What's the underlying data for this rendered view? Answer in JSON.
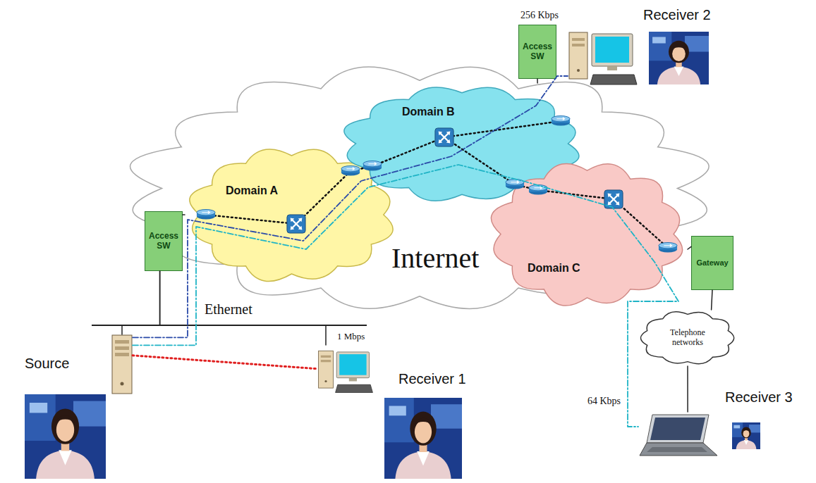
{
  "diagram": {
    "nodes": [
      {
        "text": [
          "Internet"
        ]
      },
      {
        "text": [
          "Domain A"
        ],
        "in": 0
      },
      {
        "text": [
          "Domain B"
        ],
        "in": 0
      },
      {
        "text": [
          "Domain C"
        ],
        "in": 0
      },
      {
        "text": [
          "Access SW"
        ]
      },
      {
        "text": [
          "Access SW"
        ]
      },
      {
        "text": [
          "Gateway"
        ]
      },
      {
        "text": [
          "Telephone networks"
        ]
      },
      {
        "text": [
          "Source"
        ]
      },
      {
        "text": [
          "Receiver 1",
          "1 Mbps"
        ]
      },
      {
        "text": [
          "Receiver 2",
          "256 Kbps"
        ]
      },
      {
        "text": [
          "Receiver 3",
          "64 Kbps"
        ]
      }
    ],
    "edges": [
      {
        "from": 8,
        "to": 4,
        "arrow": "none"
      },
      {
        "from": 9,
        "to": 4,
        "arrow": "none"
      },
      {
        "from": 4,
        "to": 1,
        "arrow": "none"
      },
      {
        "from": 5,
        "to": 2,
        "arrow": "none"
      },
      {
        "from": 6,
        "to": 3,
        "arrow": "none"
      },
      {
        "from": 6,
        "to": 7,
        "arrow": "none"
      },
      {
        "from": 7,
        "to": 11,
        "arrow": "none"
      },
      {
        "from": 8,
        "to": 9,
        "arrow": "none"
      },
      {
        "from": 8,
        "to": 10,
        "arrow": "none"
      },
      {
        "from": 8,
        "to": 11,
        "arrow": "none"
      }
    ],
    "labels": [
      "Ethernet"
    ]
  }
}
